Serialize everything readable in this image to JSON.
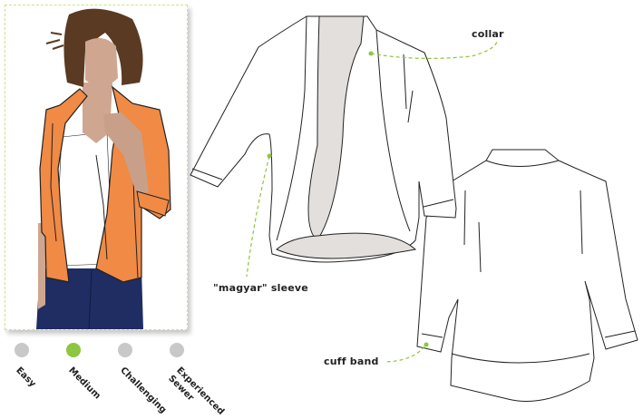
{
  "illustration": {
    "alt": "Model wearing orange wrap cardigan with white top and navy jeans",
    "colors": {
      "cardigan": "#f08a45",
      "top": "#ffffff",
      "jeans": "#1f2d63",
      "skin": "#cfa690",
      "hair": "#5a3a22",
      "frame_border": "#cfe38a"
    }
  },
  "callouts": {
    "collar": "collar",
    "sleeve": "\"magyar\" sleeve",
    "cuff": "cuff band"
  },
  "accent_color": "#8dc63f",
  "difficulty": {
    "levels": [
      {
        "label": "Easy",
        "active": false
      },
      {
        "label": "Medium",
        "active": true
      },
      {
        "label": "Challenging",
        "active": false
      },
      {
        "label": "Experienced",
        "label2": "Sewer",
        "active": false
      }
    ],
    "active_color": "#8dc63f",
    "inactive_color": "#c8c8c8"
  }
}
